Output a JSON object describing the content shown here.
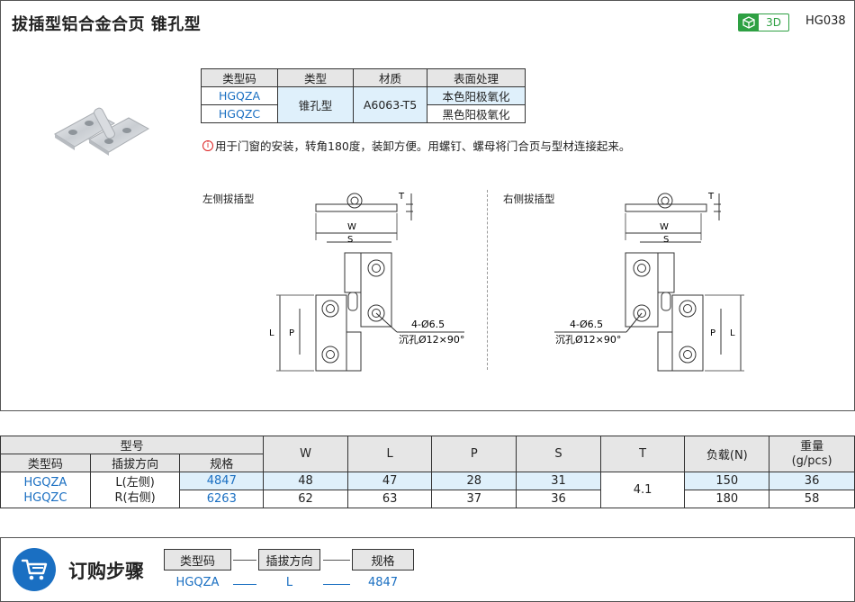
{
  "header": {
    "title": "拔插型铝合金合页  锥孔型",
    "badge_3d": "3D",
    "product_code": "HG038"
  },
  "material_table": {
    "headers": [
      "类型码",
      "类型",
      "材质",
      "表面处理"
    ],
    "codes": [
      "HGQZA",
      "HGQZC"
    ],
    "type": "锥孔型",
    "material": "A6063-T5",
    "finishes": [
      "本色阳极氧化",
      "黑色阳极氧化"
    ]
  },
  "note": {
    "icon": "info-icon",
    "text": "用于门窗的安装，转角180度，装卸方便。用螺钉、螺母将门合页与型材连接起来。"
  },
  "drawings": {
    "left_title": "左侧拔插型",
    "right_title": "右侧拔插型",
    "dim_T": "T",
    "dim_W": "W",
    "dim_S": "S",
    "dim_L": "L",
    "dim_P": "P",
    "hole_1": "4-Ø6.5",
    "hole_2": "沉孔Ø12×90°"
  },
  "spec_table": {
    "group_header": "型号",
    "sub_headers": [
      "类型码",
      "插拔方向",
      "规格"
    ],
    "col_headers": [
      "W",
      "L",
      "P",
      "S",
      "T",
      "负载(N)",
      "重量\n(g/pcs)"
    ],
    "type_codes": [
      "HGQZA",
      "HGQZC"
    ],
    "directions": [
      "L(左侧)",
      "R(右侧)"
    ],
    "rows": [
      {
        "spec": "4847",
        "W": "48",
        "L": "47",
        "P": "28",
        "S": "31",
        "load": "150",
        "weight": "36"
      },
      {
        "spec": "6263",
        "W": "62",
        "L": "63",
        "P": "37",
        "S": "36",
        "load": "180",
        "weight": "58"
      }
    ],
    "T": "4.1"
  },
  "order": {
    "icon": "cart-icon",
    "title": "订购步骤",
    "steps": [
      "类型码",
      "插拔方向",
      "规格"
    ],
    "values": [
      "HGQZA",
      "L",
      "4847"
    ]
  },
  "colors": {
    "accent_blue": "#1a6fc2",
    "highlight_bg": "#dff0fb",
    "badge_green": "#2ea043"
  }
}
